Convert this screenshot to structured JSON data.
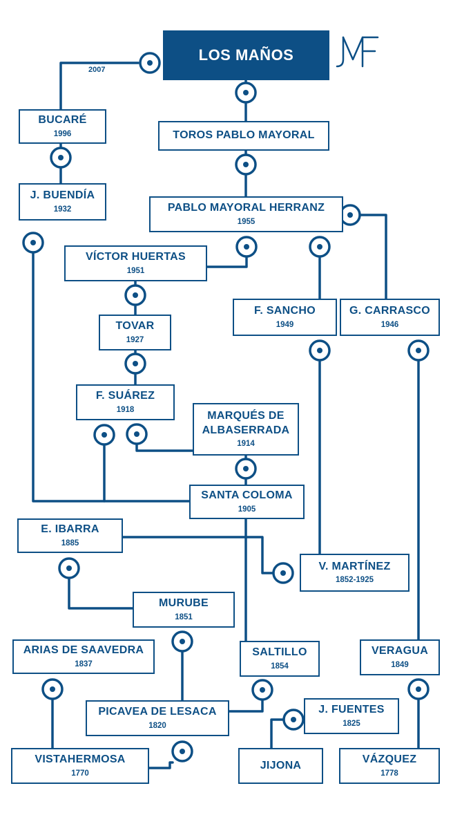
{
  "header": {
    "title": "LOS MAÑOS",
    "year_2007": "2007",
    "logo_letters": "JMF"
  },
  "colors": {
    "primary": "#0d4f85",
    "background": "#ffffff"
  },
  "nodes": {
    "bucare": {
      "name": "BUCARÉ",
      "year": "1996"
    },
    "jbuendia": {
      "name": "J. BUENDÍA",
      "year": "1932"
    },
    "torospablomayoral": {
      "name": "TOROS PABLO MAYORAL"
    },
    "pablomayoralherranz": {
      "name": "PABLO MAYORAL HERRANZ",
      "year": "1955"
    },
    "victorhuertas": {
      "name": "VÍCTOR HUERTAS",
      "year": "1951"
    },
    "tovar": {
      "name": "TOVAR",
      "year": "1927"
    },
    "fsuarez": {
      "name": "F. SUÁREZ",
      "year": "1918"
    },
    "marques_line1": "MARQUÉS DE",
    "marques": {
      "name": "ALBASERRADA",
      "year": "1914"
    },
    "fsancho": {
      "name": "F. SANCHO",
      "year": "1949"
    },
    "gcarrasco": {
      "name": "G. CARRASCO",
      "year": "1946"
    },
    "santacoloma": {
      "name": "SANTA COLOMA",
      "year": "1905"
    },
    "eibarra": {
      "name": "E. IBARRA",
      "year": "1885"
    },
    "vmartinez": {
      "name": "V. MARTÍNEZ",
      "year": "1852-1925"
    },
    "murube": {
      "name": "MURUBE",
      "year": "1851"
    },
    "ariasdesaavedra": {
      "name": "ARIAS DE SAAVEDRA",
      "year": "1837"
    },
    "saltillo": {
      "name": "SALTILLO",
      "year": "1854"
    },
    "veragua": {
      "name": "VERAGUA",
      "year": "1849"
    },
    "picaveadelesaca": {
      "name": "PICAVEA DE LESACA",
      "year": "1820"
    },
    "jfuentes": {
      "name": "J. FUENTES",
      "year": "1825"
    },
    "vistahermosa": {
      "name": "VISTAHERMOSA",
      "year": "1770"
    },
    "jijona": {
      "name": "JIJONA"
    },
    "vazquez": {
      "name": "VÁZQUEZ",
      "year": "1778"
    }
  }
}
